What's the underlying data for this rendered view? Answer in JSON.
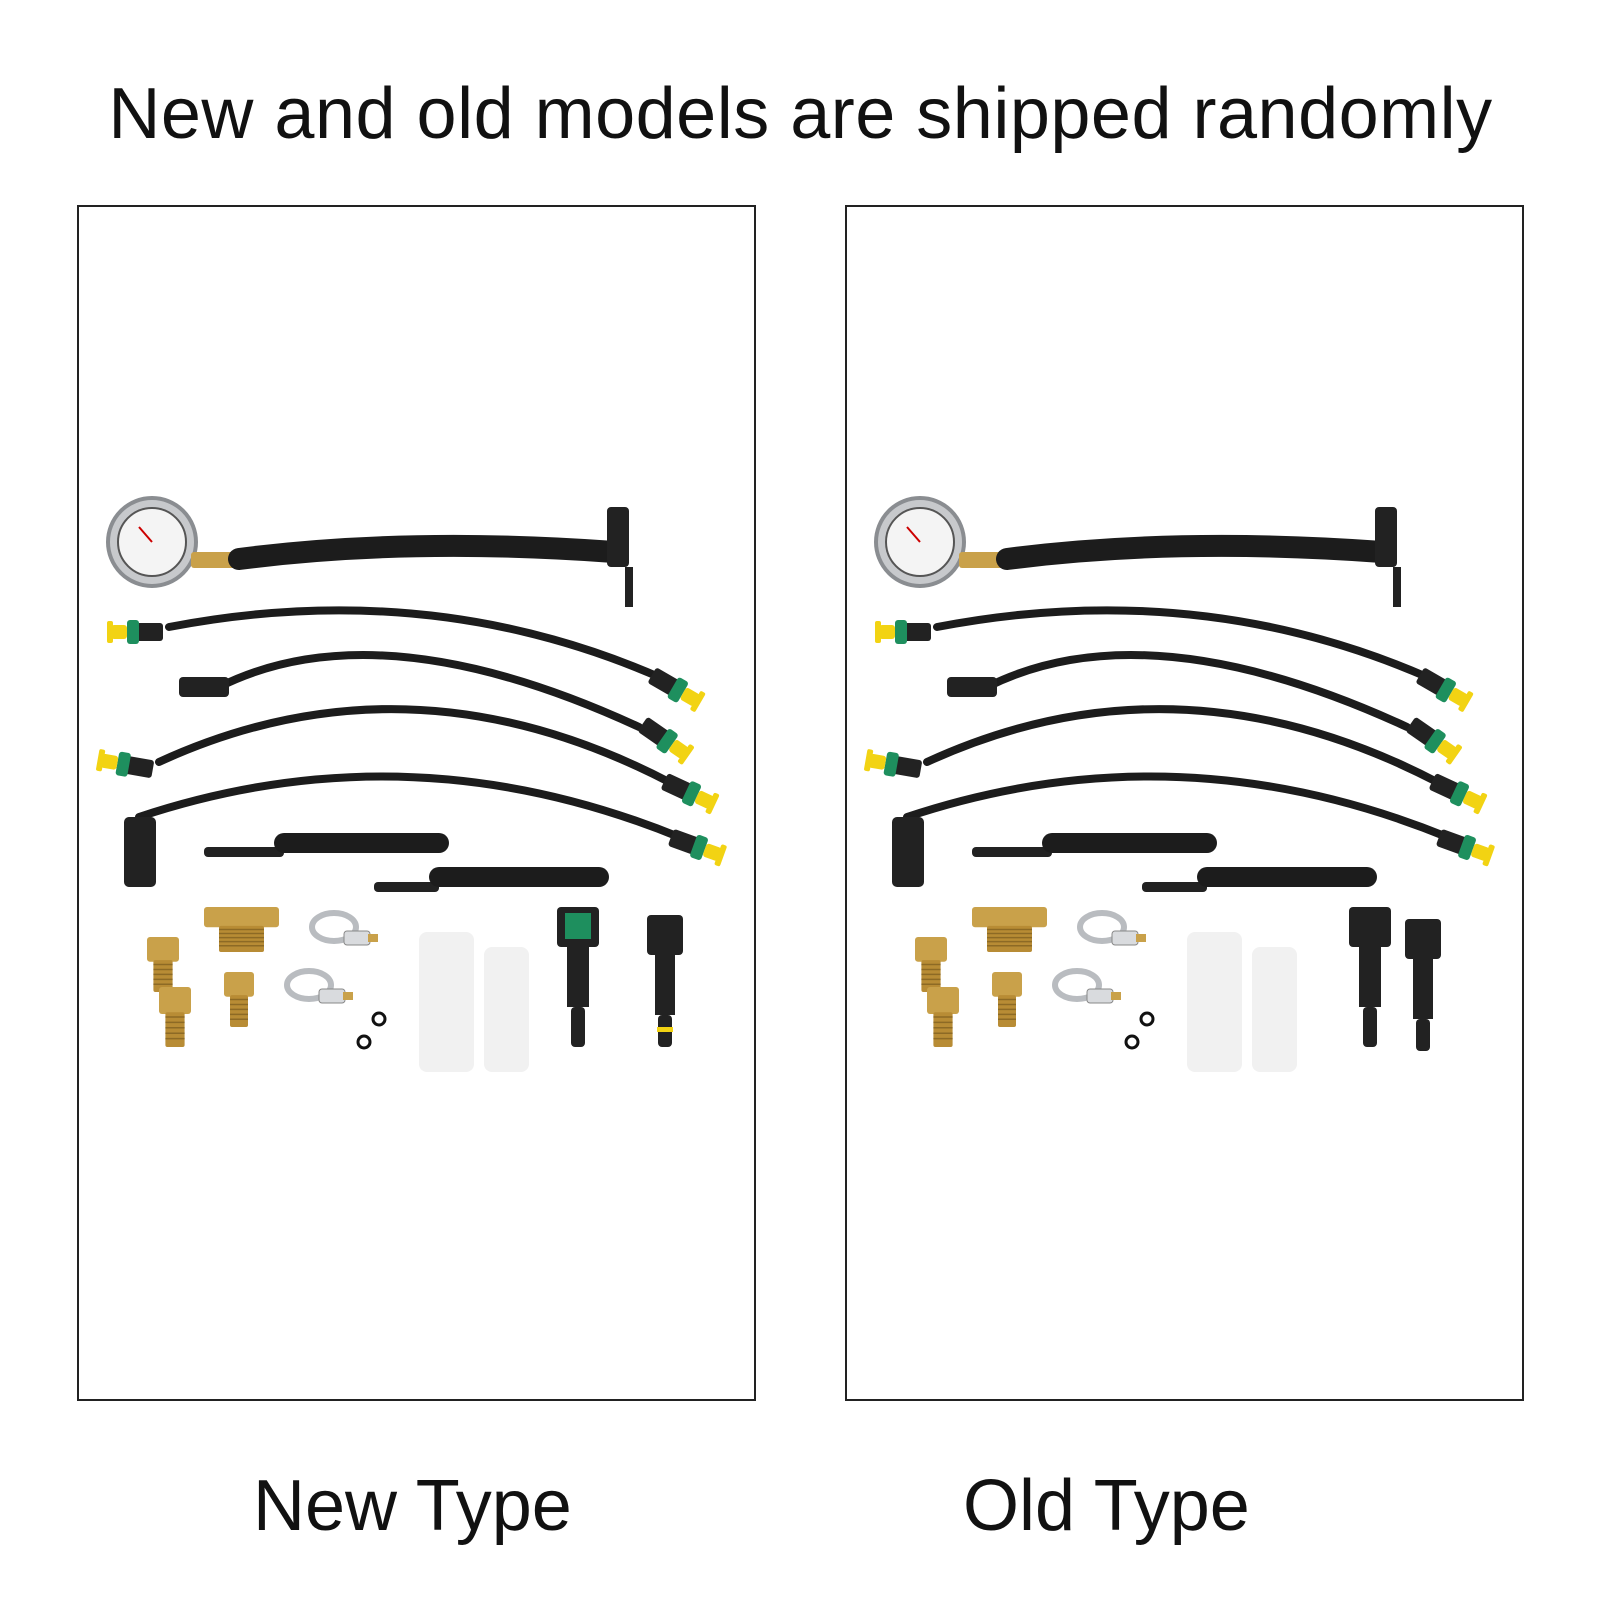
{
  "headline": "New and old models are shipped randomly",
  "panels": [
    {
      "caption": "New Type",
      "connector_style": "new",
      "accent": "#1f8a5a"
    },
    {
      "caption": "Old Type",
      "connector_style": "old",
      "accent": "#1f8a5a"
    }
  ],
  "colors": {
    "hose": "#1c1c1c",
    "brass": "#c9a14a",
    "steel": "#b9bcc0",
    "connector_green": "#1e8f5e",
    "cap_yellow": "#f2d313",
    "plastic_white": "#f1f1f1"
  }
}
